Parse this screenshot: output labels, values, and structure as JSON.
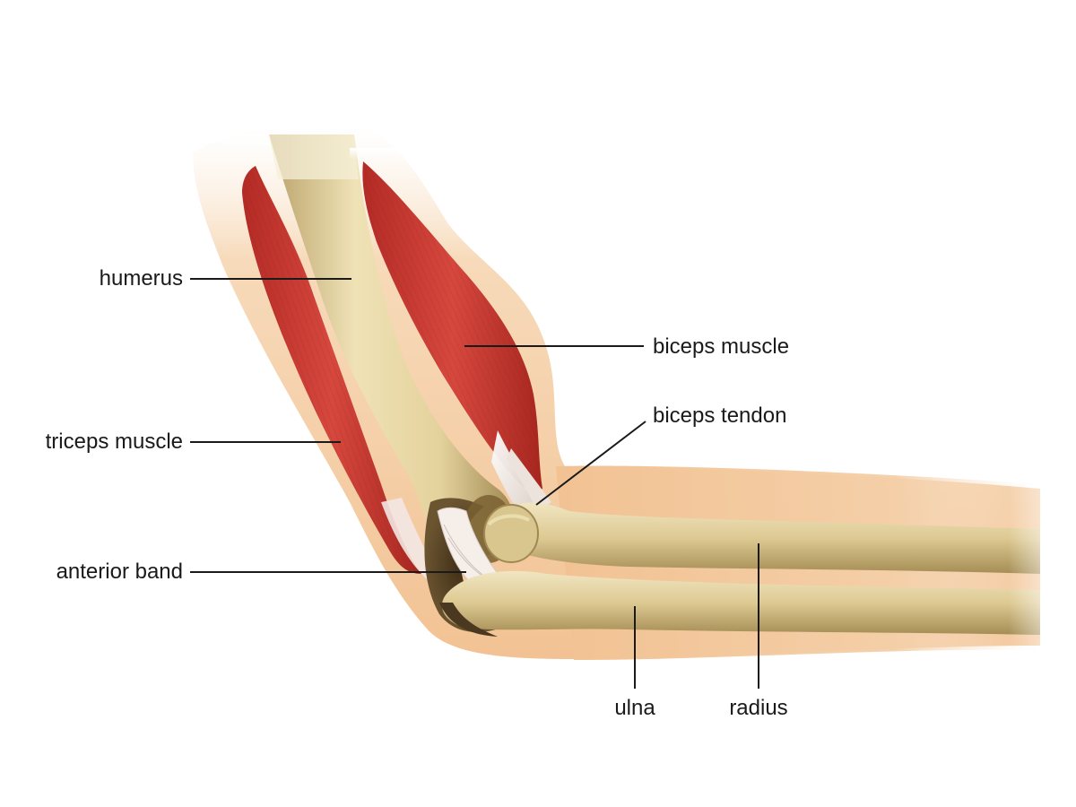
{
  "diagram": {
    "labels": {
      "humerus": "humerus",
      "triceps_muscle": "triceps muscle",
      "anterior_band": "anterior band",
      "biceps_muscle": "biceps muscle",
      "biceps_tendon": "biceps tendon",
      "ulna": "ulna",
      "radius": "radius"
    },
    "colors": {
      "skin": "#f2c79a",
      "skin_edge": "#f8e3cc",
      "muscle": "#c93a33",
      "muscle_dark": "#a82a26",
      "bone": "#e8d9a8",
      "bone_dark": "#a8925a",
      "bone_shadow": "#5a4526",
      "tendon": "#f1ebe6",
      "leader_line": "#1a1a1a"
    }
  }
}
